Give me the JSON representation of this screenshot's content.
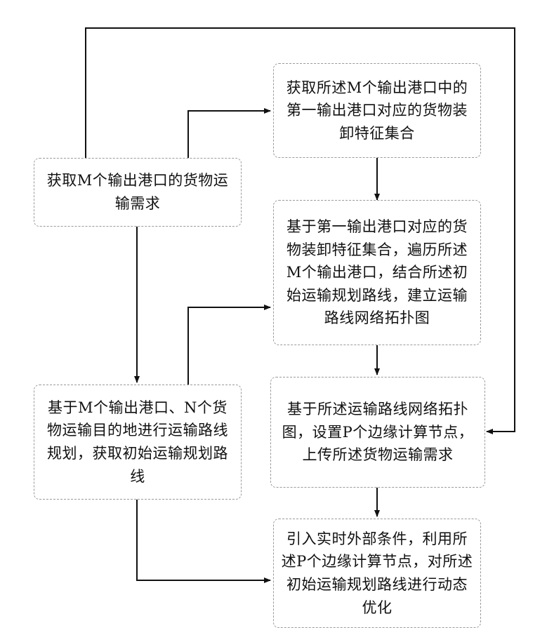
{
  "nodes": {
    "n1": {
      "text": "获取M个输出港口的货物运输需求"
    },
    "n2": {
      "text": "获取所述M个输出港口中的第一输出港口对应的货物装卸特征集合"
    },
    "n3": {
      "text": "基于第一输出港口对应的货物装卸特征集合，遍历所述M个输出港口，结合所述初始运输规划路线，建立运输路线网络拓扑图"
    },
    "n4": {
      "text": "基于M个输出港口、N个货物运输目的地进行运输路线规划，获取初始运输规划路线"
    },
    "n5": {
      "text": "基于所述运输路线网络拓扑图，设置P个边缘计算节点，上传所述货物运输需求"
    },
    "n6": {
      "text": "引入实时外部条件，利用所述P个边缘计算节点，对所述初始运输规划路线进行动态优化"
    }
  },
  "colors": {
    "line": "#111111",
    "border": "#9a9a9a"
  }
}
